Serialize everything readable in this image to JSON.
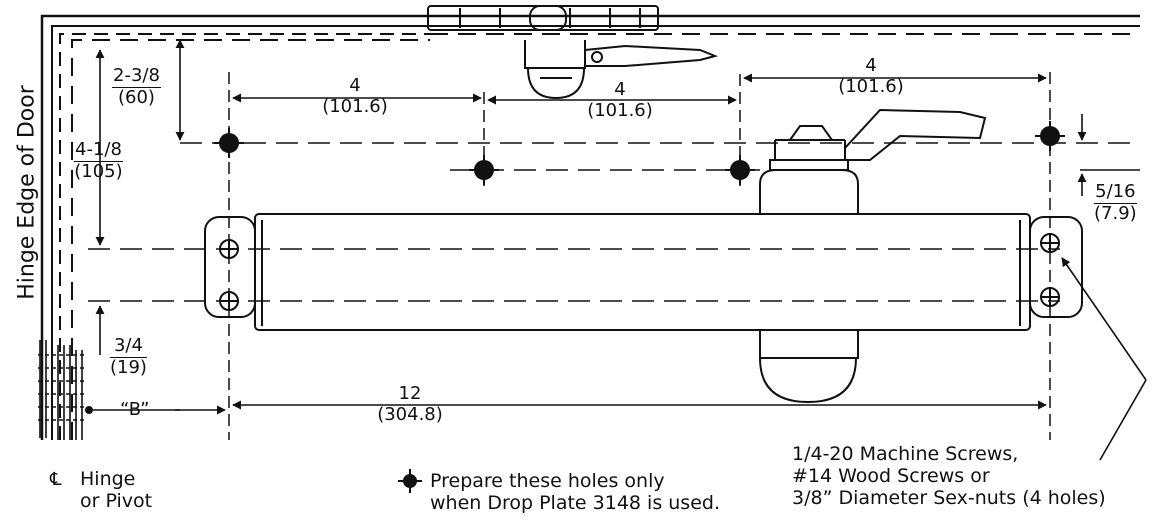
{
  "side_label": "Hinge Edge of Door",
  "dims": {
    "d1": {
      "value": "2-3/8",
      "metric": "(60)"
    },
    "d2": {
      "value": "4-1/8",
      "metric": "(105)"
    },
    "d3": {
      "value": "3/4",
      "metric": "(19)"
    },
    "d4": {
      "value": "5/16",
      "metric": "(7.9)"
    },
    "h1": {
      "value": "4",
      "metric": "(101.6)"
    },
    "h2": {
      "value": "4",
      "metric": "(101.6)"
    },
    "h3": {
      "value": "4",
      "metric": "(101.6)"
    },
    "len": {
      "value": "12",
      "metric": "(304.8)"
    },
    "b": "“B”"
  },
  "hinge_symbol": "℄",
  "hinge_label": [
    "Hinge",
    "or Pivot"
  ],
  "legend": [
    "Prepare these holes only",
    "when Drop Plate 3148 is used."
  ],
  "screws_note": [
    "1/4-20 Machine Screws,",
    "#14 Wood Screws or",
    "3/8” Diameter Sex-nuts (4 holes)"
  ]
}
